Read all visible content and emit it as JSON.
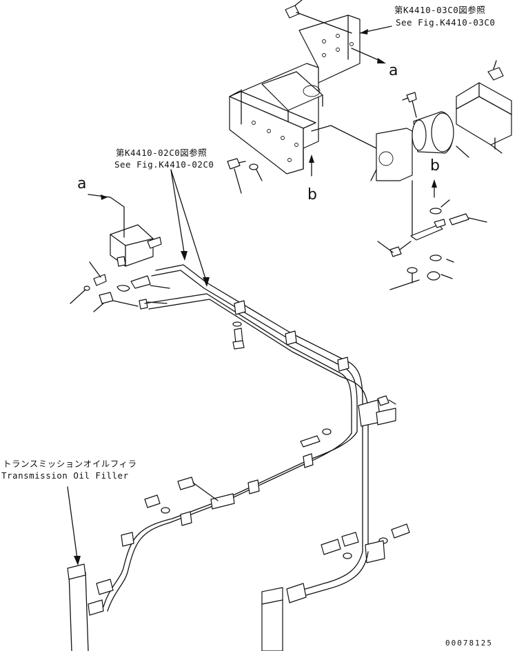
{
  "refs": {
    "top_ref_jp": "第K4410-03C0図参照",
    "top_ref_en": "See Fig.K4410-03C0",
    "mid_ref_jp": "第K4410-02C0図参照",
    "mid_ref_en": "See Fig.K4410-02C0"
  },
  "callouts": {
    "a_right": "a",
    "a_left": "a",
    "b_left": "b",
    "b_right": "b"
  },
  "filler": {
    "label_jp": "トランスミッションオイルフィラ",
    "label_en": "Transmission Oil Filler"
  },
  "drawing_number": "00078125"
}
